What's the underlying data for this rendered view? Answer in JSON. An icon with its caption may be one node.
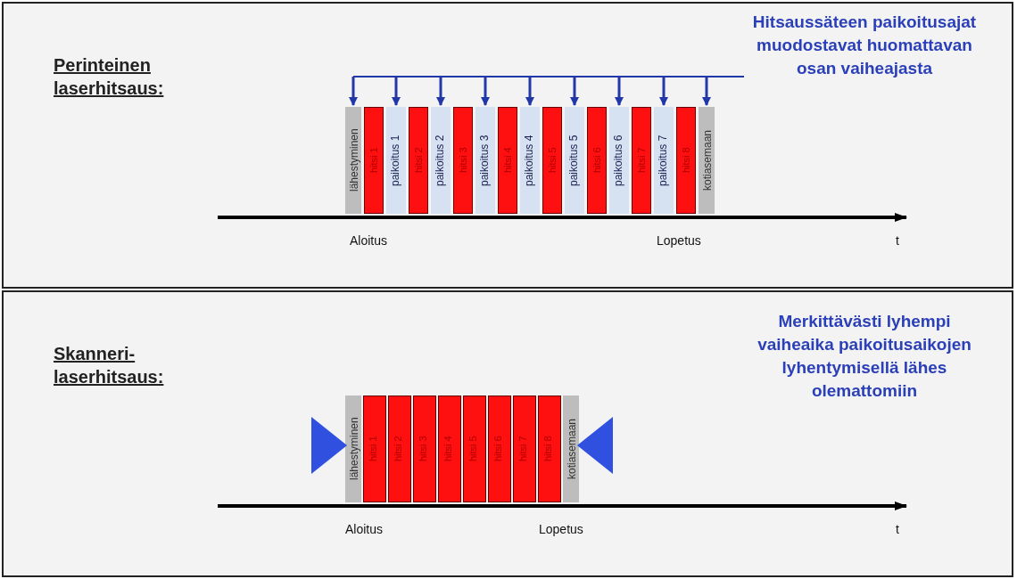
{
  "diagram": {
    "nodes": [
      {
        "text": [
          "Perinteinen laserhitsaus:",
          "Hitsaussäteen paikoitusajat muodostavat huomattavan osan vaiheajasta"
        ]
      },
      {
        "text": [
          "lähestyminen"
        ],
        "in": 0
      },
      {
        "text": [
          "hitsi 1"
        ],
        "in": 0
      },
      {
        "text": [
          "paikoitus 1"
        ],
        "in": 0
      },
      {
        "text": [
          "hitsi 2"
        ],
        "in": 0
      },
      {
        "text": [
          "paikoitus 2"
        ],
        "in": 0
      },
      {
        "text": [
          "hitsi 3"
        ],
        "in": 0
      },
      {
        "text": [
          "paikoitus 3"
        ],
        "in": 0
      },
      {
        "text": [
          "hitsi 4"
        ],
        "in": 0
      },
      {
        "text": [
          "paikoitus 4"
        ],
        "in": 0
      },
      {
        "text": [
          "hitsi 5"
        ],
        "in": 0
      },
      {
        "text": [
          "paikoitus 5"
        ],
        "in": 0
      },
      {
        "text": [
          "hitsi 6"
        ],
        "in": 0
      },
      {
        "text": [
          "paikoitus 6"
        ],
        "in": 0
      },
      {
        "text": [
          "hitsi 7"
        ],
        "in": 0
      },
      {
        "text": [
          "paikoitus 7"
        ],
        "in": 0
      },
      {
        "text": [
          "hitsi 8"
        ],
        "in": 0
      },
      {
        "text": [
          "kotiasemaan"
        ],
        "in": 0
      },
      {
        "text": [
          "Skanneri- laserhitsaus:",
          "Merkittävästi lyhempi vaiheaika paikoitusaikojen lyhentymisellä lähes olemattomiin"
        ]
      },
      {
        "text": [
          "lähestyminen"
        ],
        "in": 18
      },
      {
        "text": [
          "hitsi 1"
        ],
        "in": 18
      },
      {
        "text": [
          "hitsi 2"
        ],
        "in": 18
      },
      {
        "text": [
          "hitsi 3"
        ],
        "in": 18
      },
      {
        "text": [
          "hitsi 4"
        ],
        "in": 18
      },
      {
        "text": [
          "hitsi 5"
        ],
        "in": 18
      },
      {
        "text": [
          "hitsi 6"
        ],
        "in": 18
      },
      {
        "text": [
          "hitsi 7"
        ],
        "in": 18
      },
      {
        "text": [
          "hitsi 8"
        ],
        "in": 18
      },
      {
        "text": [
          "kotiasemaan"
        ],
        "in": 18
      }
    ],
    "edges": [
      {
        "from": null,
        "to": 1,
        "arrow": "to"
      },
      {
        "from": null,
        "to": 3,
        "arrow": "to"
      },
      {
        "from": null,
        "to": 5,
        "arrow": "to"
      },
      {
        "from": null,
        "to": 7,
        "arrow": "to"
      },
      {
        "from": null,
        "to": 9,
        "arrow": "to"
      },
      {
        "from": null,
        "to": 11,
        "arrow": "to"
      },
      {
        "from": null,
        "to": 13,
        "arrow": "to"
      },
      {
        "from": null,
        "to": 15,
        "arrow": "to"
      },
      {
        "from": null,
        "to": 17,
        "arrow": "to"
      },
      {
        "from": null,
        "to": 19,
        "arrow": "to",
        "style": "thick"
      },
      {
        "from": null,
        "to": 28,
        "arrow": "to",
        "style": "thick"
      }
    ],
    "labels": [
      "Aloitus",
      "Lopetus",
      "t",
      "Aloitus",
      "Lopetus",
      "t"
    ]
  }
}
